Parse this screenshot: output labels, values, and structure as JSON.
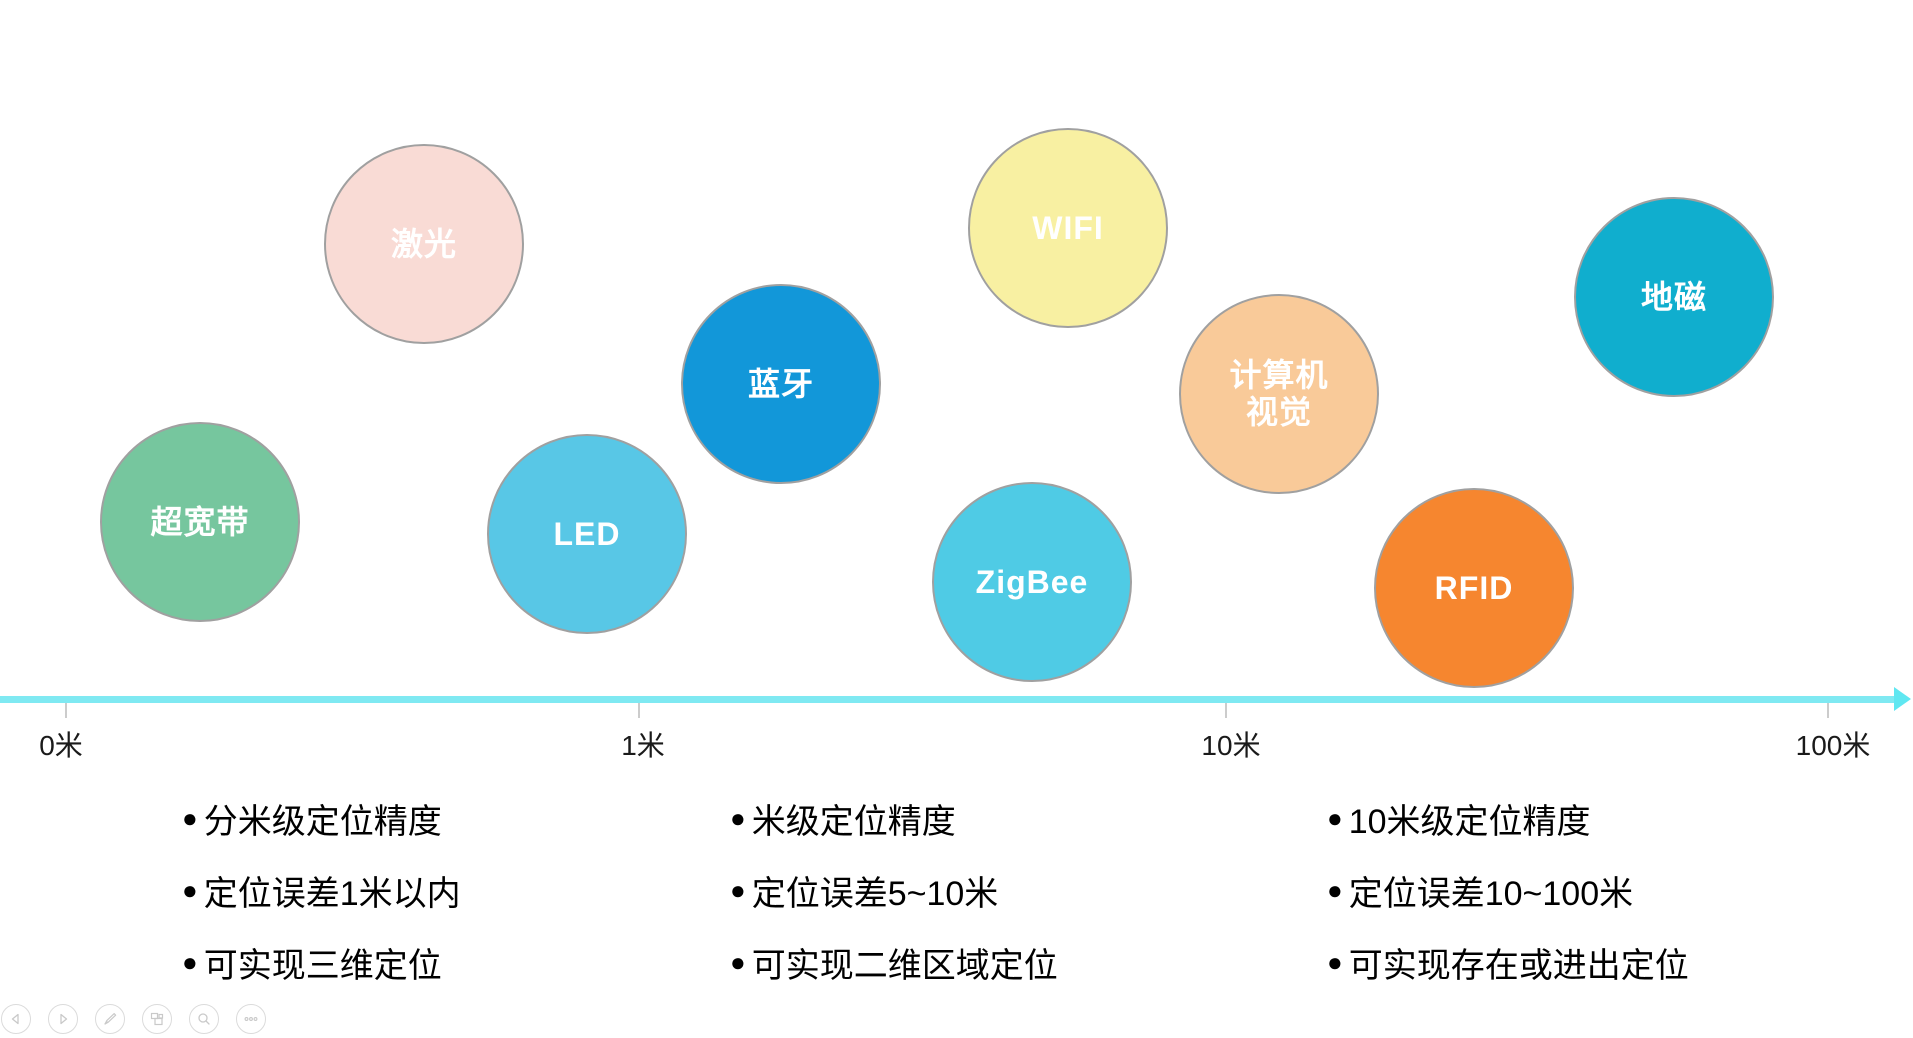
{
  "bubbles": [
    {
      "id": "uwb",
      "label": "超宽带",
      "color": "#76C69E"
    },
    {
      "id": "laser",
      "label": "激光",
      "color": "#F9DBD5"
    },
    {
      "id": "led",
      "label": "LED",
      "color": "#58C7E6"
    },
    {
      "id": "bluetooth",
      "label": "蓝牙",
      "color": "#1297D9"
    },
    {
      "id": "zigbee",
      "label": "ZigBee",
      "color": "#4FCBE5"
    },
    {
      "id": "wifi",
      "label": "WIFI",
      "color": "#F8F0A2"
    },
    {
      "id": "computer-vision",
      "label": "计算机\n视觉",
      "color": "#F9CA99"
    },
    {
      "id": "rfid",
      "label": "RFID",
      "color": "#F6862F"
    },
    {
      "id": "geomagnetic",
      "label": "地磁",
      "color": "#10AECE"
    }
  ],
  "bubble_style": {
    "border_color": "#A0A0A0",
    "label_color": "#FFFFFF"
  },
  "axis": {
    "line_color": "#7FE9F2",
    "arrow_color": "#5FE7F1",
    "tick_color": "#CCCCCC",
    "labels": [
      "0米",
      "1米",
      "10米",
      "100米"
    ]
  },
  "legend": {
    "bullet": "●",
    "columns": [
      {
        "items": [
          "分米级定位精度",
          "定位误差1米以内",
          "可实现三维定位"
        ]
      },
      {
        "items": [
          "米级定位精度",
          "定位误差5~10米",
          "可实现二维区域定位"
        ]
      },
      {
        "items": [
          "10米级定位精度",
          "定位误差10~100米",
          "可实现存在或进出定位"
        ]
      }
    ]
  },
  "toolbar": {
    "icons": [
      "previous-slide",
      "next-slide",
      "pen",
      "slide-panels",
      "zoom",
      "more"
    ]
  }
}
